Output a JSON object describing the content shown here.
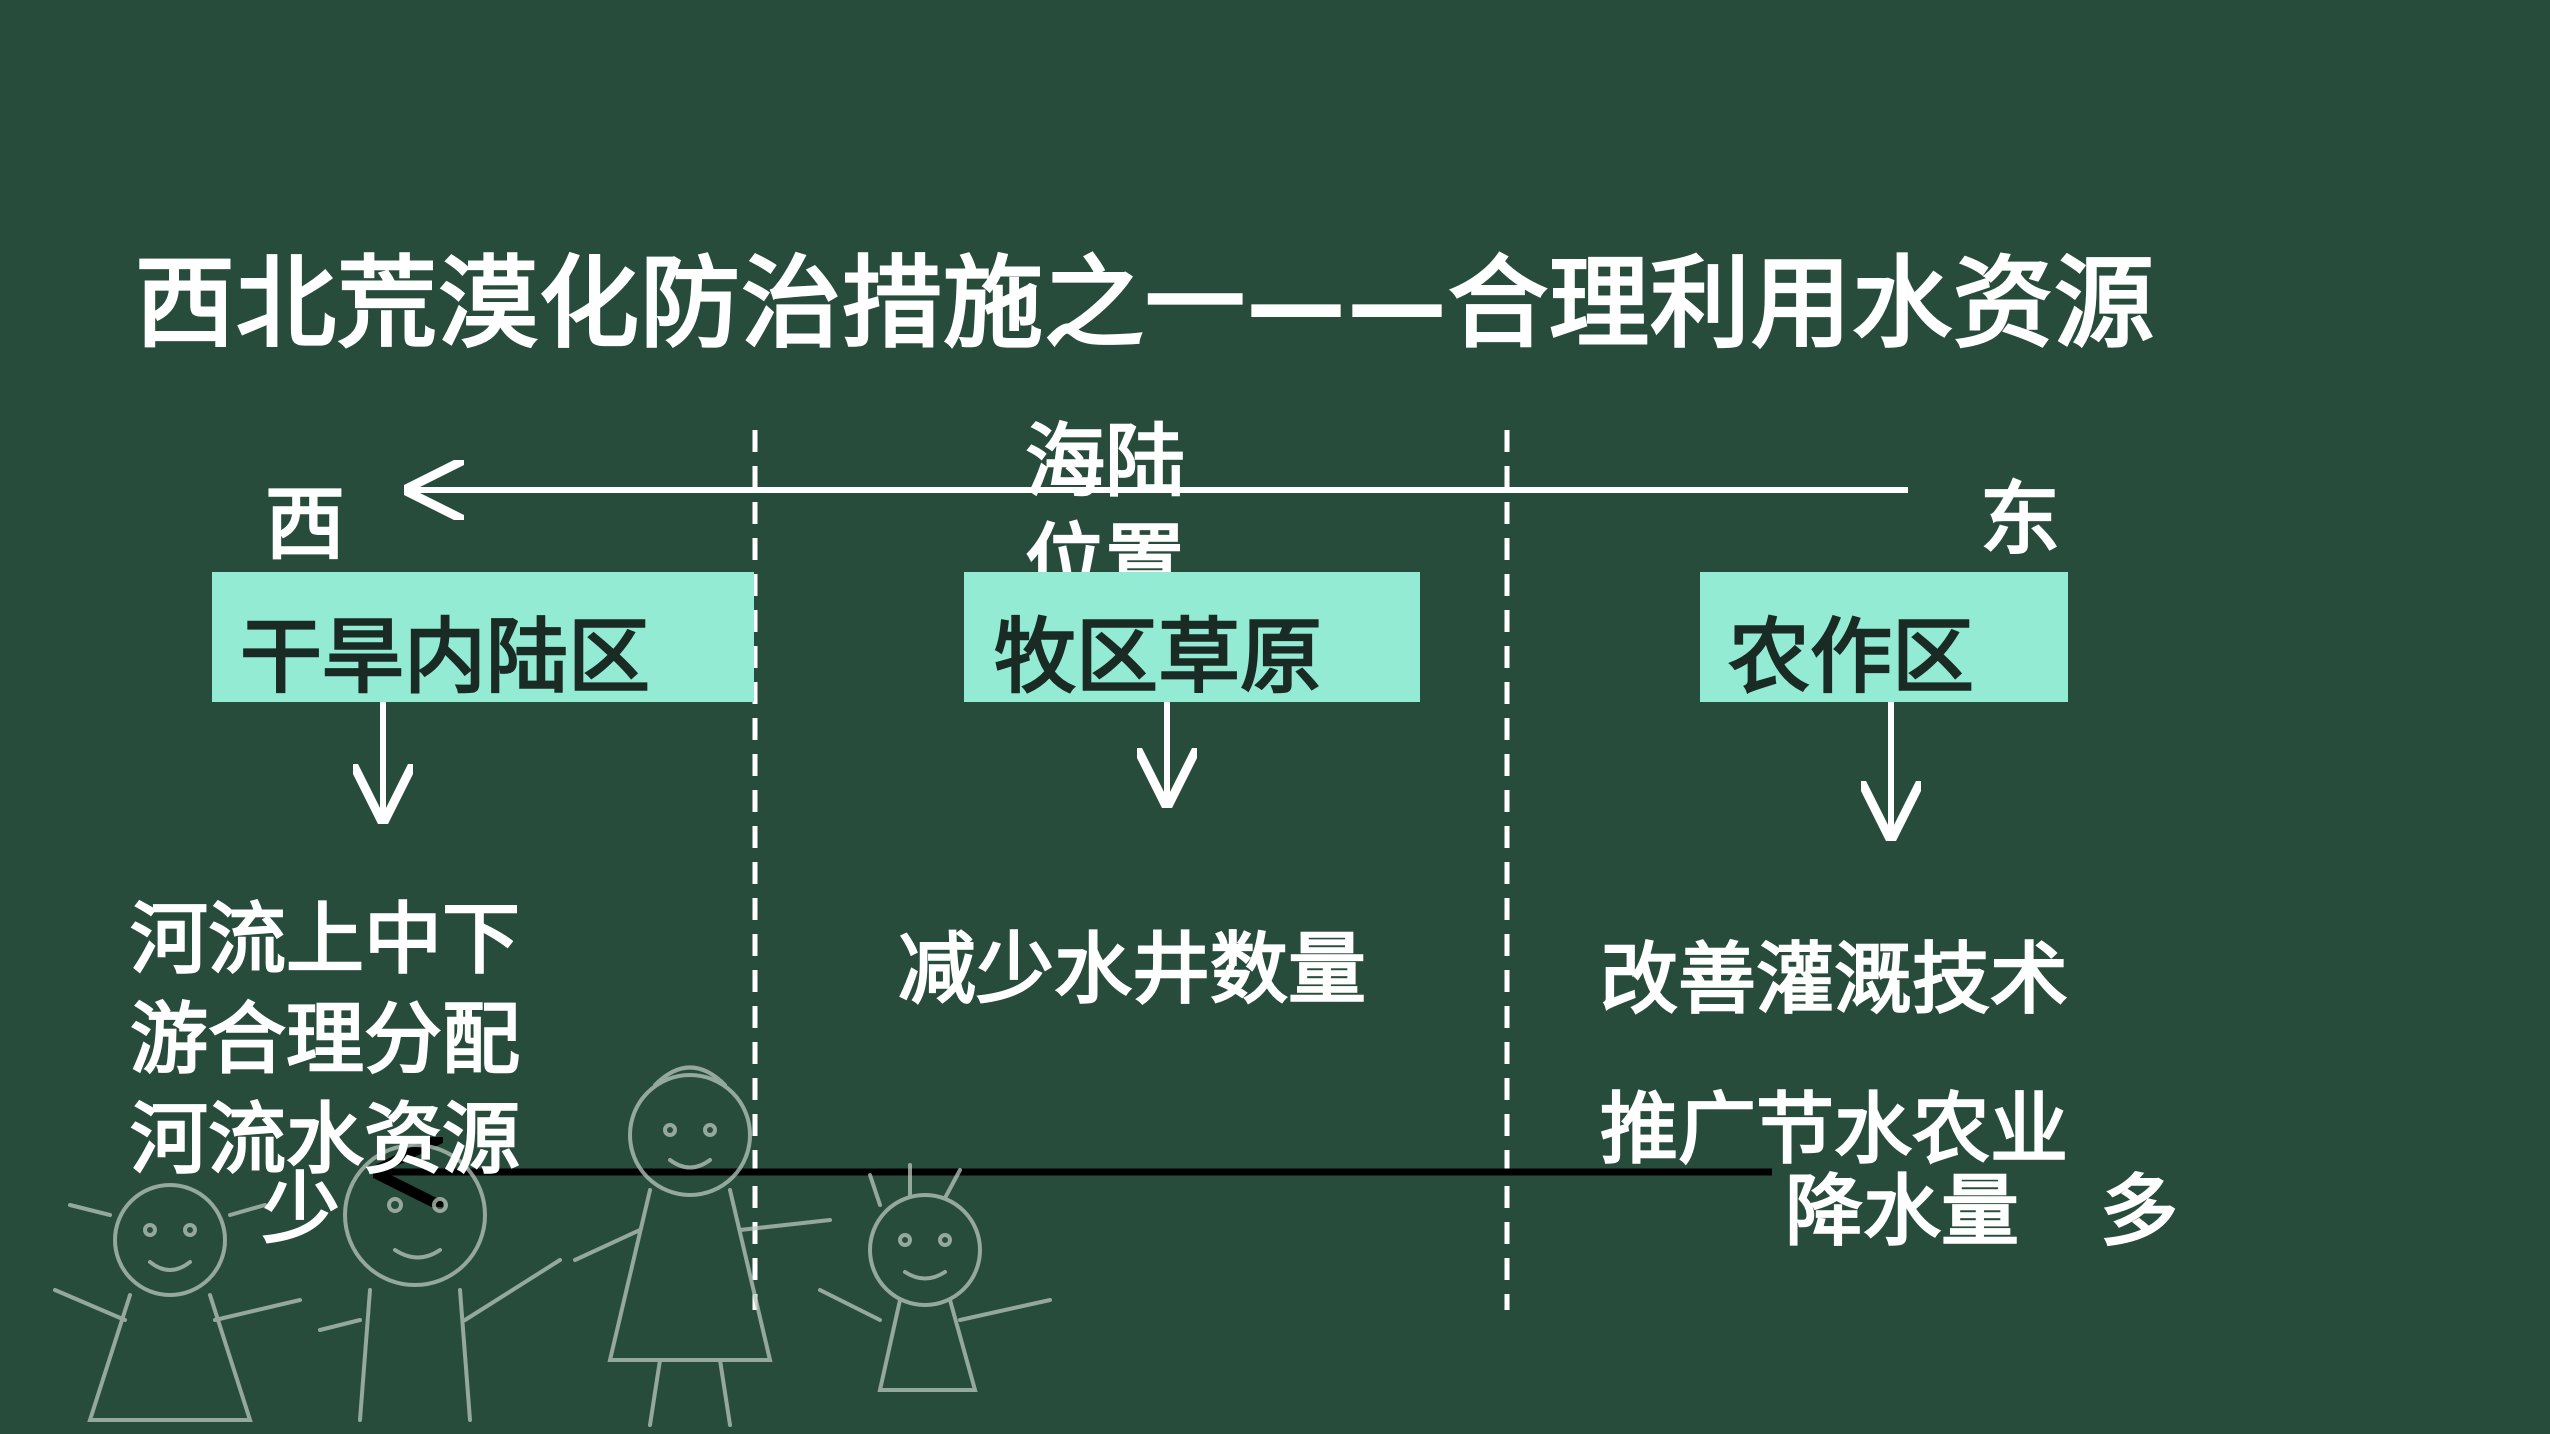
{
  "title": "西北荒漠化防治措施之一——合理利用水资源",
  "axis": {
    "west": "西",
    "east": "东",
    "factor_line1": "海陆",
    "factor_line2": "位置"
  },
  "regions": [
    {
      "label": "干旱内陆区",
      "measure_lines": [
        "河流上中下",
        "游合理分配",
        "河流水资源"
      ]
    },
    {
      "label": "牧区草原",
      "measure_lines": [
        "减少水井数量"
      ]
    },
    {
      "label": "农作区",
      "measure_lines": [
        "改善灌溉技术",
        "推广节水农业"
      ]
    }
  ],
  "precipitation": {
    "label": "降水量",
    "more": "多",
    "less": "少"
  }
}
